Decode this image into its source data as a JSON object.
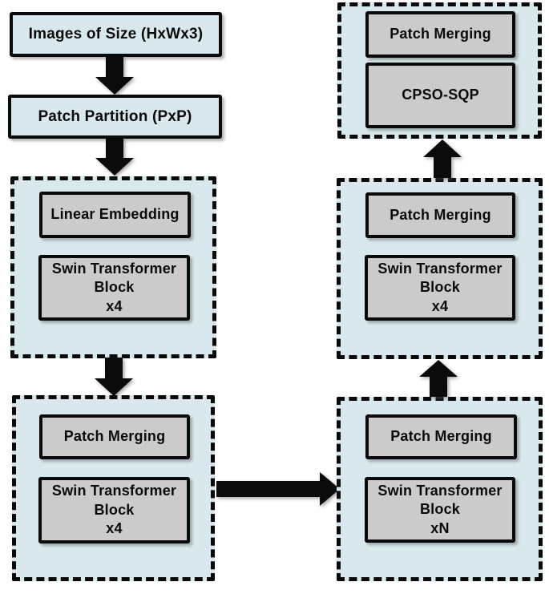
{
  "colors": {
    "stage_fill": "#d8e8ec",
    "io_box_fill": "#d8e8ec",
    "block_fill": "#cbcbcb",
    "border": "#0a0a0a",
    "arrow": "#0b0b0b",
    "background": "#ffffff"
  },
  "left_column": {
    "input_box": {
      "label": "Images of Size (HxWx3)"
    },
    "partition_box": {
      "label": "Patch Partition (PxP)"
    },
    "stage1": {
      "block1": {
        "label": "Linear Embedding"
      },
      "block2": {
        "label": "Swin Transformer\nBlock\nx4"
      }
    },
    "stage2": {
      "block1": {
        "label": "Patch Merging"
      },
      "block2": {
        "label": "Swin Transformer\nBlock\nx4"
      }
    }
  },
  "right_column": {
    "stage3": {
      "block1": {
        "label": "Patch Merging"
      },
      "block2": {
        "label": "Swin Transformer\nBlock\nxN"
      }
    },
    "stage4": {
      "block1": {
        "label": "Patch Merging"
      },
      "block2": {
        "label": "Swin Transformer\nBlock\nx4"
      }
    },
    "stage5": {
      "block1": {
        "label": "Patch Merging"
      },
      "block2": {
        "label": "CPSO-SQP"
      }
    }
  },
  "flow": [
    {
      "from": "input_box",
      "to": "partition_box",
      "direction": "down"
    },
    {
      "from": "partition_box",
      "to": "stage1",
      "direction": "down"
    },
    {
      "from": "stage1",
      "to": "stage2",
      "direction": "down"
    },
    {
      "from": "stage2",
      "to": "stage3",
      "direction": "right"
    },
    {
      "from": "stage3",
      "to": "stage4",
      "direction": "up"
    },
    {
      "from": "stage4",
      "to": "stage5",
      "direction": "up"
    }
  ]
}
